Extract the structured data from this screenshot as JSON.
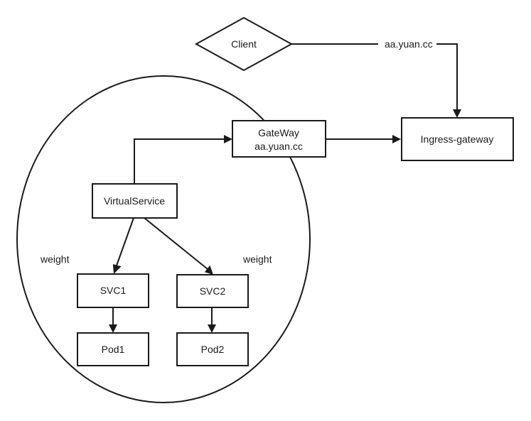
{
  "diagram": {
    "nodes": {
      "client": "Client",
      "gateway_line1": "GateWay",
      "gateway_line2": "aa.yuan.cc",
      "ingress": "Ingress-gateway",
      "virtualservice": "VirtualService",
      "svc1": "SVC1",
      "svc2": "SVC2",
      "pod1": "Pod1",
      "pod2": "Pod2"
    },
    "edge_labels": {
      "client_to_ingress": "aa.yuan.cc",
      "weight_left": "weight",
      "weight_right": "weight"
    }
  }
}
